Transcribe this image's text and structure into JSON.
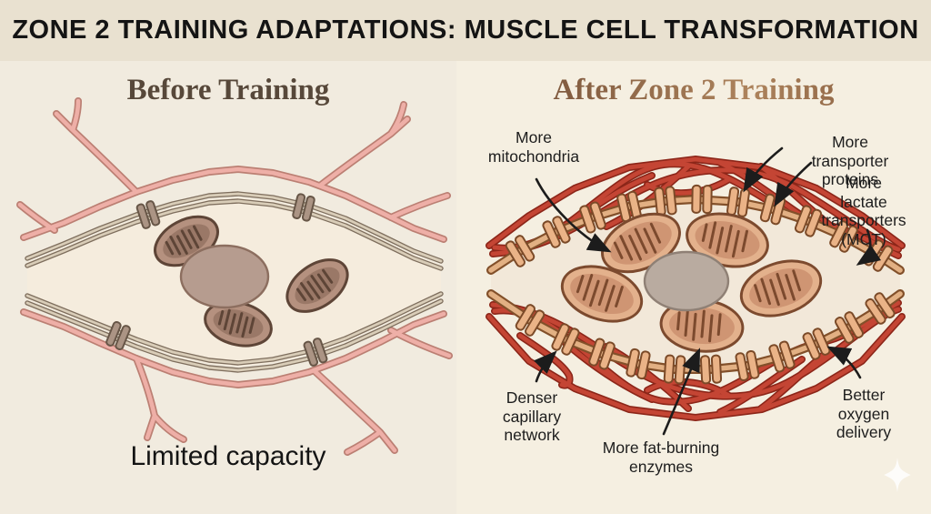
{
  "header": {
    "title": "ZONE 2 TRAINING ADAPTATIONS: MUSCLE CELL TRANSFORMATION"
  },
  "before_panel": {
    "heading": "Before Training",
    "caption": "Limited capacity"
  },
  "after_panel": {
    "heading": "After Zone 2 Training",
    "labels": {
      "mitochondria": "More\nmitochondria",
      "transporter_proteins": "More transporter\nproteins",
      "lactate_transporters": "More lactate\ntransporters\n(MCT)",
      "capillary_network": "Denser\ncapillary\nnetwork",
      "fat_burning": "More fat-burning\nenzymes",
      "oxygen_delivery": "Better oxygen\ndelivery"
    }
  },
  "palette": {
    "bg_left": "#f1ebdf",
    "bg_right": "#f5efe1",
    "header_bg": "#e9e1d0",
    "title_color": "#141414",
    "before_color": "#57483a",
    "after_from": "#6a4630",
    "after_to": "#ad835c",
    "label_color": "#1d1d1d",
    "pink": "#eeafa7",
    "pink_dark": "#bb7f73",
    "mem_light": "#d9cdb8",
    "mem_dark": "#7e6e5d",
    "tanmem": "#e2b083",
    "tanmem_dark": "#82502a",
    "red": "#c44534",
    "red_dark": "#8c2619",
    "pill_left": "#ab9484",
    "pill_left_dark": "#675647",
    "pill_right": "#eab387",
    "pill_right_dark": "#7b4a28",
    "mito_left": "#b5917f",
    "mito_left_inner": "#9a7867",
    "mito_left_dark": "#5e4537",
    "mito_right": "#e3b18c",
    "mito_right_inner": "#cf9573",
    "mito_right_dark": "#7c4a2e",
    "nucleus_left": "#b69c8f",
    "nucleus_left_dark": "#8c6e5f",
    "nucleus_right": "#b9aba0",
    "nucleus_right_dark": "#8f8075",
    "arrow": "#1c1c1c",
    "interior_left": "#f5ecdd",
    "interior_right": "#f2e8d9"
  }
}
